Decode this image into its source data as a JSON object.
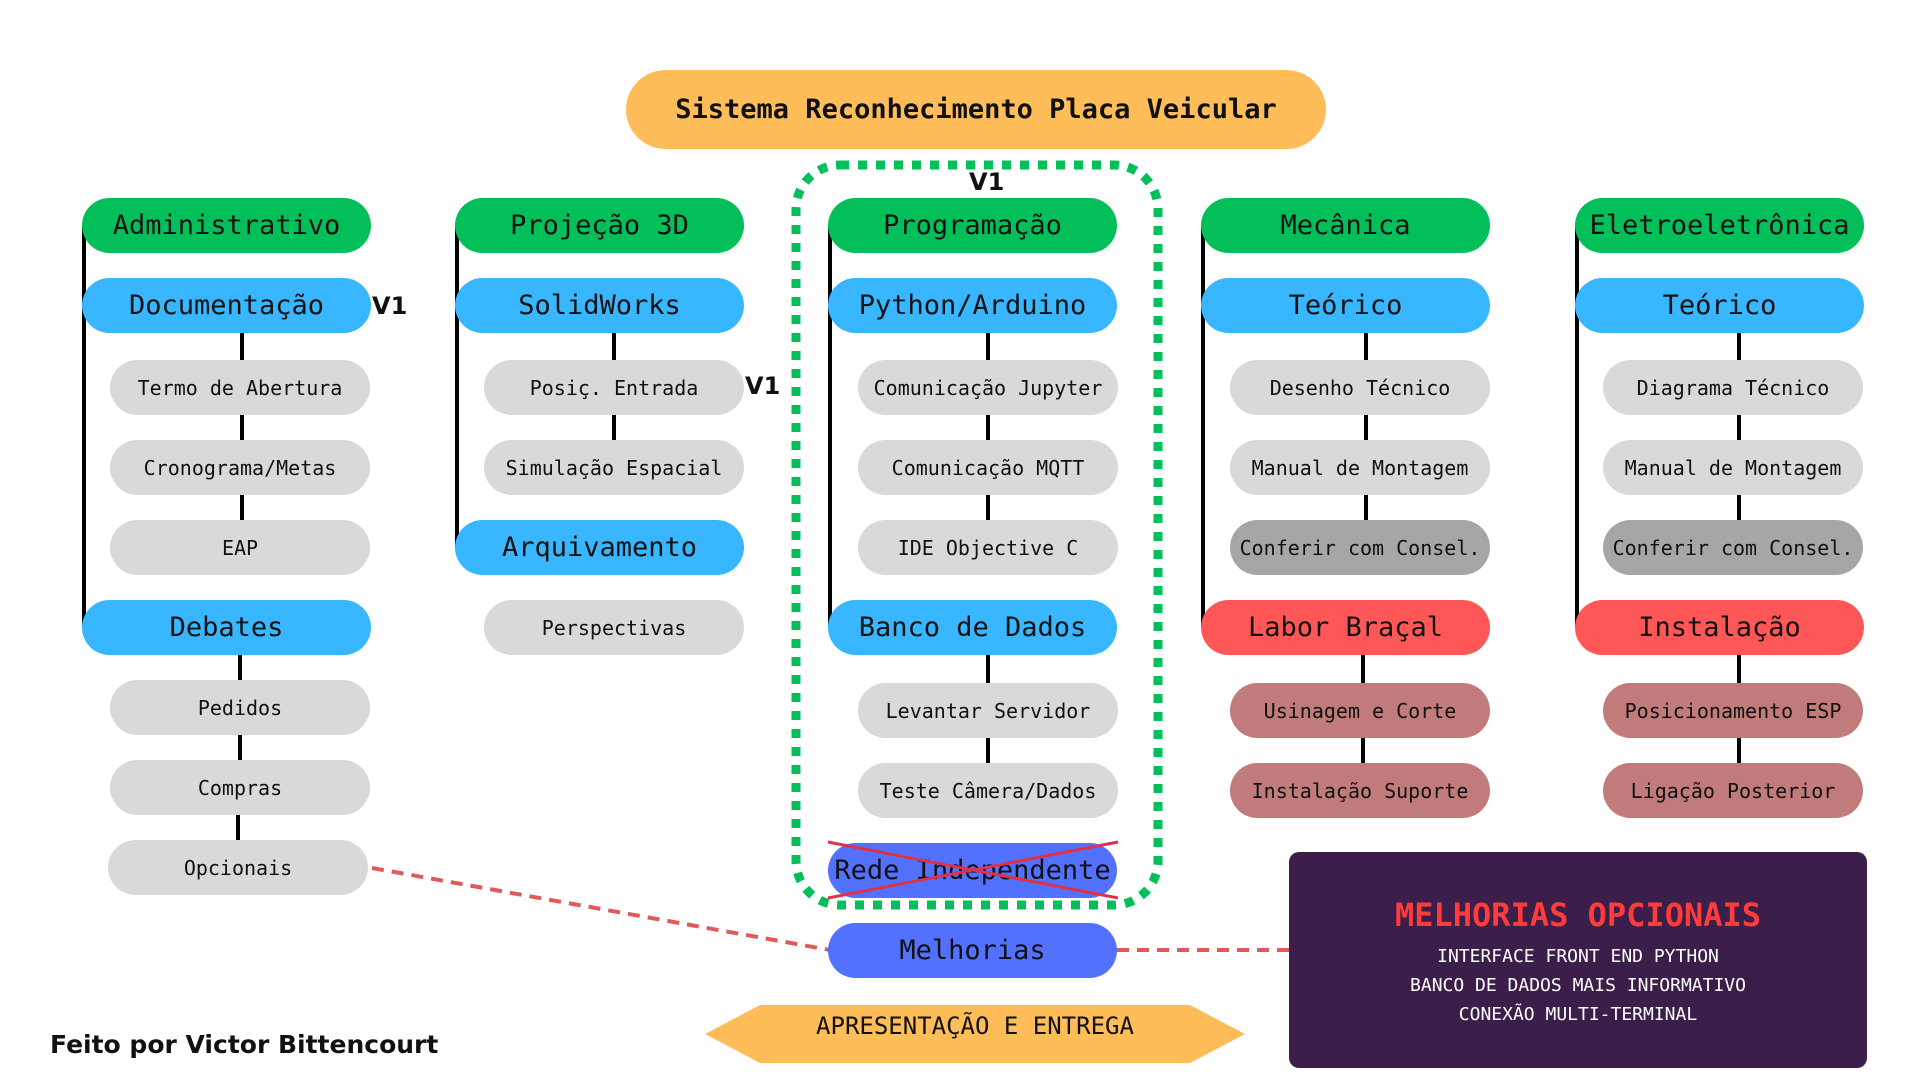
{
  "title": "Sistema Reconhecimento Placa Veicular",
  "v_tags": [
    "V1",
    "V1",
    "V1"
  ],
  "columns": {
    "administrativo": {
      "header": "Administrativo",
      "documentacao": "Documentação",
      "doc_items": [
        "Termo de Abertura",
        "Cronograma/Metas",
        "EAP"
      ],
      "debates": "Debates",
      "debate_items": [
        "Pedidos",
        "Compras",
        "Opcionais"
      ]
    },
    "projecao": {
      "header": "Projeção 3D",
      "solidworks": "SolidWorks",
      "sw_items": [
        "Posiç. Entrada",
        "Simulação Espacial"
      ],
      "arquivamento": "Arquivamento",
      "arq_items": [
        "Perspectivas"
      ]
    },
    "programacao": {
      "header": "Programação",
      "python": "Python/Arduino",
      "py_items": [
        "Comunicação Jupyter",
        "Comunicação MQTT",
        "IDE Objective C"
      ],
      "banco": "Banco de Dados",
      "banco_items": [
        "Levantar Servidor",
        "Teste Câmera/Dados"
      ],
      "rede": "Rede Independente",
      "melhorias": "Melhorias"
    },
    "mecanica": {
      "header": "Mecânica",
      "teorico": "Teórico",
      "teo_items": [
        "Desenho Técnico",
        "Manual de Montagem",
        "Conferir com Consel."
      ],
      "labor": "Labor Braçal",
      "labor_items": [
        "Usinagem e Corte",
        "Instalação Suporte"
      ]
    },
    "eletro": {
      "header": "Eletroeletrônica",
      "teorico": "Teórico",
      "teo_items": [
        "Diagrama Técnico",
        "Manual de Montagem",
        "Conferir com Consel."
      ],
      "instalacao": "Instalação",
      "inst_items": [
        "Posicionamento ESP",
        "Ligação Posterior"
      ]
    }
  },
  "melhorias_box": {
    "title": "MELHORIAS OPCIONAIS",
    "lines": [
      "INTERFACE FRONT END PYTHON",
      "BANCO DE DADOS MAIS INFORMATIVO",
      "CONEXÃO MULTI-TERMINAL"
    ]
  },
  "footer": {
    "entrega": "APRESENTAÇÃO E ENTREGA",
    "credit": "Feito por Victor Bittencourt"
  },
  "colors": {
    "green": "#03bf5a",
    "blue": "#38b6ff",
    "grey": "#d9d9d9",
    "dark_grey": "#a6a6a6",
    "red": "#ff5757",
    "rose": "#c17b7b",
    "violet": "#5271ff",
    "orange": "#ffbd59",
    "purple_box": "#3b1f4a",
    "dotted_green": "#03bf5a",
    "dash_red": "#e05a5a"
  }
}
